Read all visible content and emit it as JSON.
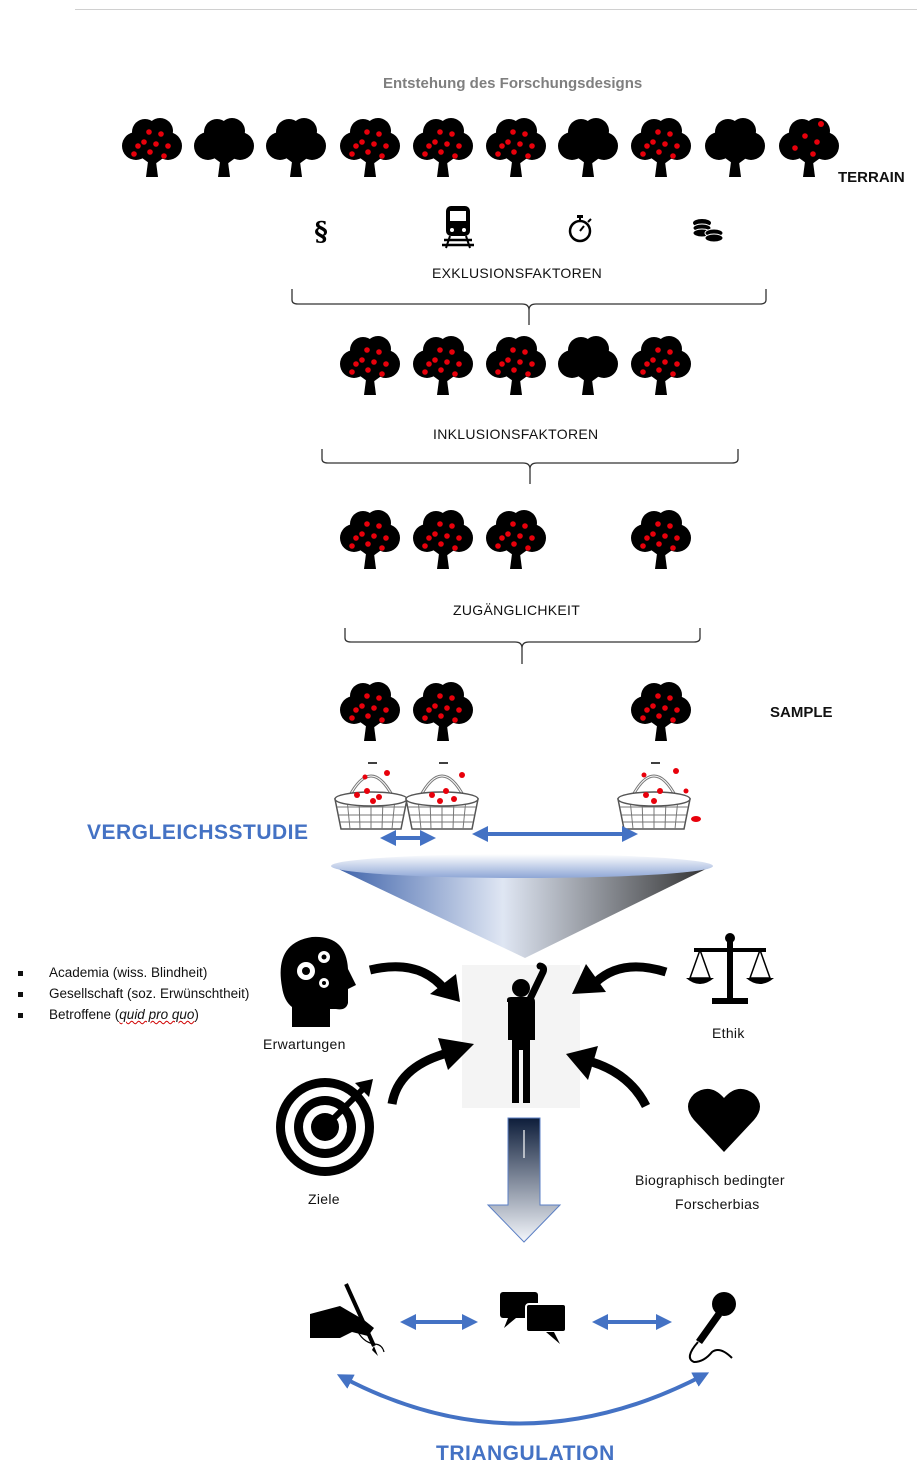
{
  "title": "Entstehung des Forschungsdesigns",
  "terrain_label": "TERRAIN",
  "sample_label": "SAMPLE",
  "exclusion_label": "EXKLUSIONSFAKTOREN",
  "inclusion_label": "INKLUSIONSFAKTOREN",
  "access_label": "ZUGÄNGLICHKEIT",
  "comparison_label": "VERGLEICHSSTUDIE",
  "triangulation_label": "TRIANGULATION",
  "expectations_label": "Erwartungen",
  "ethics_label": "Ethik",
  "goals_label": "Ziele",
  "bias_label_line1": "Biographisch bedingter",
  "bias_label_line2": "Forscherbias",
  "expectation_items": [
    {
      "text": "Academia (wiss. Blindheit)"
    },
    {
      "text": "Gesellschaft (soz. Erwünschtheit)"
    },
    {
      "pre": "Betroffene (",
      "italic": "quid pro quo",
      "post": ")"
    }
  ],
  "exclusion_icons": [
    "paragraph-icon",
    "train-icon",
    "stopwatch-icon",
    "coins-icon"
  ],
  "method_icons": [
    "writing-hand-icon",
    "speech-bubbles-icon",
    "microphone-icon"
  ],
  "colors": {
    "accent_blue": "#4472c4",
    "fruit_red": "#e8000b",
    "title_gray": "#7f7f7f"
  }
}
